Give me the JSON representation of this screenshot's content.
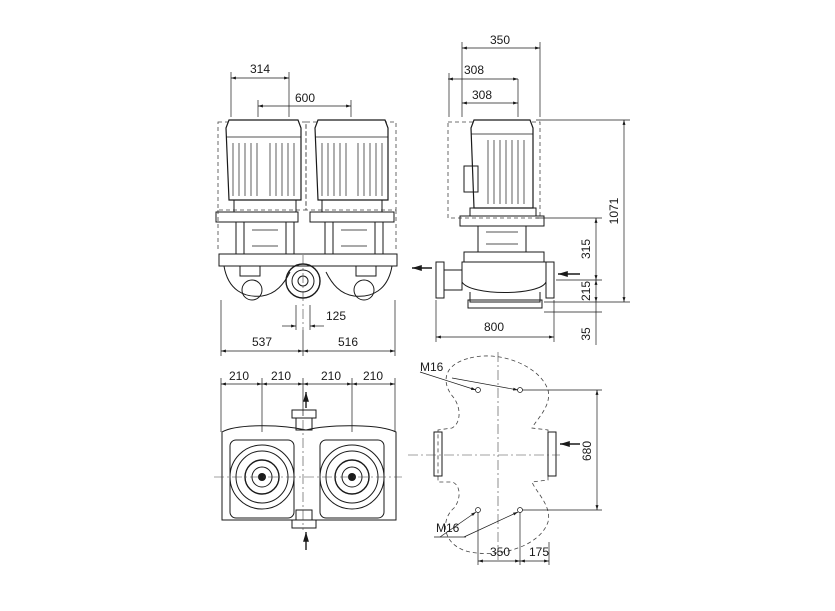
{
  "dimensions": {
    "front_top": {
      "d314": "314",
      "d600": "600"
    },
    "front_bottom": {
      "d125": "125",
      "d537": "537",
      "d516": "516"
    },
    "side_top": {
      "d350": "350",
      "d308a": "308",
      "d308b": "308"
    },
    "side_right": {
      "d1071": "1071",
      "d315": "315",
      "d215": "215",
      "d35": "35"
    },
    "side_bottom": {
      "d800": "800"
    },
    "plan_top": {
      "a": "210",
      "b": "210",
      "c": "210",
      "d": "210"
    },
    "footprint": {
      "m16_top": "M16",
      "m16_bottom": "M16",
      "d680": "680",
      "d350": "350",
      "d175": "175"
    }
  }
}
